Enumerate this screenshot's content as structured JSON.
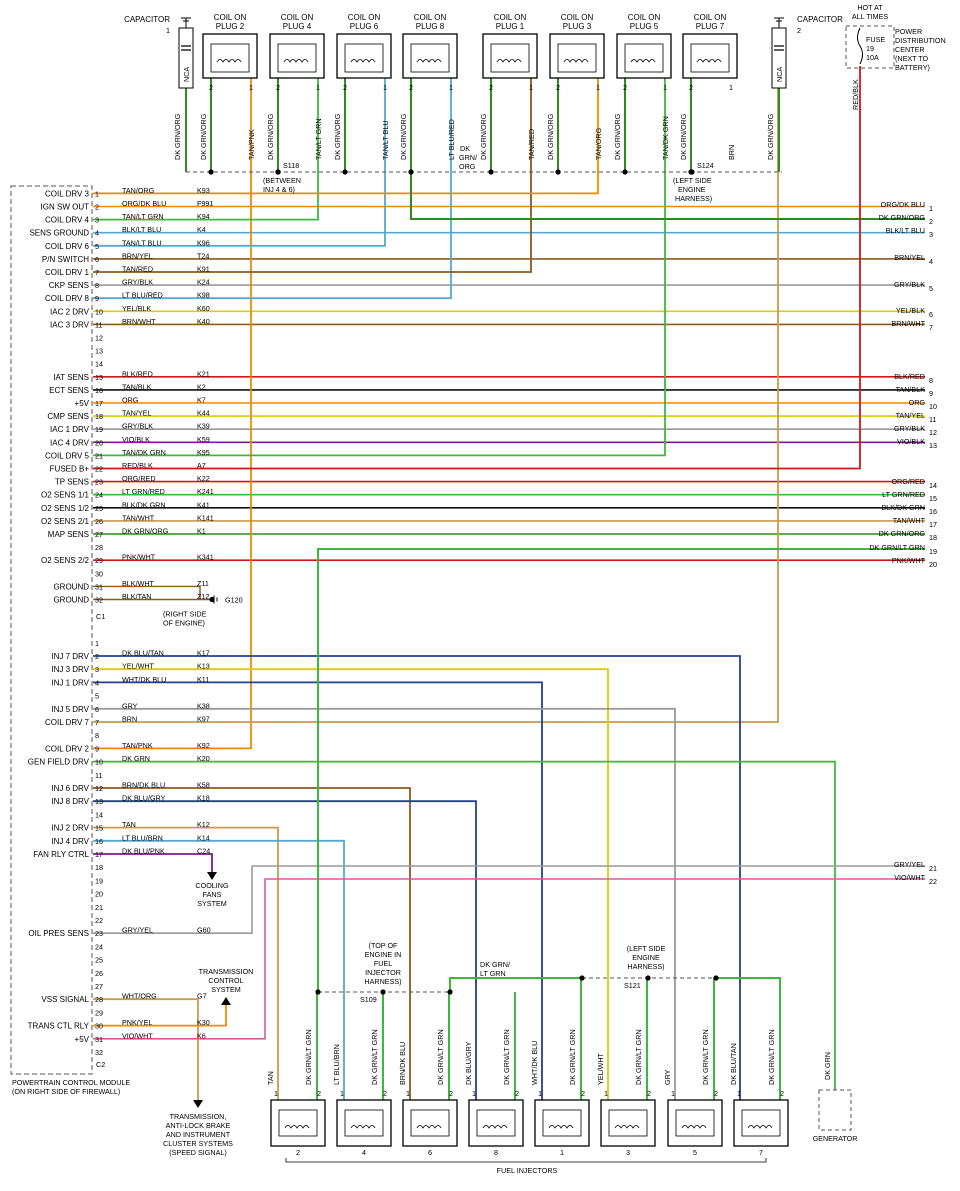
{
  "pcm": {
    "title_line1": "POWERTRAIN CONTROL MODULE",
    "title_line2": "(ON RIGHT SIDE OF FIREWALL)",
    "connector_c1": "C1",
    "connector_c2": "C2"
  },
  "colors": {
    "ORG": "#ee8a00",
    "DKGRN": "#2e8b1e",
    "GRN": "#3cb83c",
    "TAN": "#c99a4c",
    "LTBLU": "#55a8cf",
    "BLK": "#111111",
    "BRN": "#8a5a1e",
    "YEL": "#ddcc00",
    "GRY": "#9a9a9a",
    "RED": "#cc1a1a",
    "VIO": "#7a1c8e",
    "PNK": "#e0569a",
    "DKBLU": "#22408e",
    "WHT": "#bfbfbf"
  },
  "c1_pins": [
    {
      "pin": "1",
      "func": "COIL DRV 3",
      "color": "TAN/ORG",
      "circuit": "K93"
    },
    {
      "pin": "2",
      "func": "IGN SW OUT",
      "color": "ORG/DK BLU",
      "circuit": "F991"
    },
    {
      "pin": "3",
      "func": "COIL DRV 4",
      "color": "TAN/LT GRN",
      "circuit": "K94"
    },
    {
      "pin": "4",
      "func": "SENS GROUND",
      "color": "BLK/LT BLU",
      "circuit": "K4"
    },
    {
      "pin": "5",
      "func": "COIL DRV 6",
      "color": "TAN/LT BLU",
      "circuit": "K96"
    },
    {
      "pin": "6",
      "func": "P/N SWITCH",
      "color": "BRN/YEL",
      "circuit": "T24"
    },
    {
      "pin": "7",
      "func": "COIL DRV 1",
      "color": "TAN/RED",
      "circuit": "K91"
    },
    {
      "pin": "8",
      "func": "CKP SENS",
      "color": "GRY/BLK",
      "circuit": "K24"
    },
    {
      "pin": "9",
      "func": "COIL DRV 8",
      "color": "LT BLU/RED",
      "circuit": "K98"
    },
    {
      "pin": "10",
      "func": "IAC 2 DRV",
      "color": "YEL/BLK",
      "circuit": "K60"
    },
    {
      "pin": "11",
      "func": "IAC 3 DRV",
      "color": "BRN/WHT",
      "circuit": "K40"
    },
    {
      "pin": "12",
      "func": "",
      "color": "",
      "circuit": ""
    },
    {
      "pin": "13",
      "func": "",
      "color": "",
      "circuit": ""
    },
    {
      "pin": "14",
      "func": "",
      "color": "",
      "circuit": ""
    },
    {
      "pin": "15",
      "func": "IAT SENS",
      "color": "BLK/RED",
      "circuit": "K21"
    },
    {
      "pin": "16",
      "func": "ECT SENS",
      "color": "TAN/BLK",
      "circuit": "K2"
    },
    {
      "pin": "17",
      "func": "+5V",
      "color": "ORG",
      "circuit": "K7"
    },
    {
      "pin": "18",
      "func": "CMP SENS",
      "color": "TAN/YEL",
      "circuit": "K44"
    },
    {
      "pin": "19",
      "func": "IAC 1 DRV",
      "color": "GRY/BLK",
      "circuit": "K39"
    },
    {
      "pin": "20",
      "func": "IAC 4 DRV",
      "color": "VIO/BLK",
      "circuit": "K59"
    },
    {
      "pin": "21",
      "func": "COIL DRV 5",
      "color": "TAN/DK GRN",
      "circuit": "K95"
    },
    {
      "pin": "22",
      "func": "FUSED B+",
      "color": "RED/BLK",
      "circuit": "A7"
    },
    {
      "pin": "23",
      "func": "TP SENS",
      "color": "ORG/RED",
      "circuit": "K22"
    },
    {
      "pin": "24",
      "func": "O2 SENS 1/1",
      "color": "LT GRN/RED",
      "circuit": "K241"
    },
    {
      "pin": "25",
      "func": "O2 SENS 1/2",
      "color": "BLK/DK GRN",
      "circuit": "K41"
    },
    {
      "pin": "26",
      "func": "O2 SENS 2/1",
      "color": "TAN/WHT",
      "circuit": "K141"
    },
    {
      "pin": "27",
      "func": "MAP SENS",
      "color": "DK GRN/ORG",
      "circuit": "K1"
    },
    {
      "pin": "28",
      "func": "",
      "color": "",
      "circuit": ""
    },
    {
      "pin": "29",
      "func": "O2 SENS 2/2",
      "color": "PNK/WHT",
      "circuit": "K341"
    },
    {
      "pin": "30",
      "func": "",
      "color": "",
      "circuit": ""
    },
    {
      "pin": "31",
      "func": "GROUND",
      "color": "BLK/WHT",
      "circuit": "Z11"
    },
    {
      "pin": "32",
      "func": "GROUND",
      "color": "BLK/TAN",
      "circuit": "Z12"
    }
  ],
  "c2_pins": [
    {
      "pin": "1",
      "func": "",
      "color": "",
      "circuit": ""
    },
    {
      "pin": "2",
      "func": "INJ 7 DRV",
      "color": "DK BLU/TAN",
      "circuit": "K17"
    },
    {
      "pin": "3",
      "func": "INJ 3 DRV",
      "color": "YEL/WHT",
      "circuit": "K13"
    },
    {
      "pin": "4",
      "func": "INJ 1 DRV",
      "color": "WHT/DK BLU",
      "circuit": "K11"
    },
    {
      "pin": "5",
      "func": "",
      "color": "",
      "circuit": ""
    },
    {
      "pin": "6",
      "func": "INJ 5 DRV",
      "color": "GRY",
      "circuit": "K38"
    },
    {
      "pin": "7",
      "func": "COIL DRV 7",
      "color": "BRN",
      "circuit": "K97"
    },
    {
      "pin": "8",
      "func": "",
      "color": "",
      "circuit": ""
    },
    {
      "pin": "9",
      "func": "COIL DRV 2",
      "color": "TAN/PNK",
      "circuit": "K92"
    },
    {
      "pin": "10",
      "func": "GEN FIELD DRV",
      "color": "DK GRN",
      "circuit": "K20"
    },
    {
      "pin": "11",
      "func": "",
      "color": "",
      "circuit": ""
    },
    {
      "pin": "12",
      "func": "INJ 6 DRV",
      "color": "BRN/DK BLU",
      "circuit": "K58"
    },
    {
      "pin": "13",
      "func": "INJ 8 DRV",
      "color": "DK BLU/GRY",
      "circuit": "K18"
    },
    {
      "pin": "14",
      "func": "",
      "color": "",
      "circuit": ""
    },
    {
      "pin": "15",
      "func": "INJ 2 DRV",
      "color": "TAN",
      "circuit": "K12"
    },
    {
      "pin": "16",
      "func": "INJ 4 DRV",
      "color": "LT BLU/BRN",
      "circuit": "K14"
    },
    {
      "pin": "17",
      "func": "FAN RLY CTRL",
      "color": "DK BLU/PNK",
      "circuit": "C24"
    },
    {
      "pin": "18",
      "func": "",
      "color": "",
      "circuit": ""
    },
    {
      "pin": "19",
      "func": "",
      "color": "",
      "circuit": ""
    },
    {
      "pin": "20",
      "func": "",
      "color": "",
      "circuit": ""
    },
    {
      "pin": "21",
      "func": "",
      "color": "",
      "circuit": ""
    },
    {
      "pin": "22",
      "func": "",
      "color": "",
      "circuit": ""
    },
    {
      "pin": "23",
      "func": "OIL PRES SENS",
      "color": "GRY/YEL",
      "circuit": "G60"
    },
    {
      "pin": "24",
      "func": "",
      "color": "",
      "circuit": ""
    },
    {
      "pin": "25",
      "func": "",
      "color": "",
      "circuit": ""
    },
    {
      "pin": "26",
      "func": "",
      "color": "",
      "circuit": ""
    },
    {
      "pin": "27",
      "func": "",
      "color": "",
      "circuit": ""
    },
    {
      "pin": "28",
      "func": "VSS SIGNAL",
      "color": "WHT/ORG",
      "circuit": "G7"
    },
    {
      "pin": "29",
      "func": "",
      "color": "",
      "circuit": ""
    },
    {
      "pin": "30",
      "func": "TRANS CTL RLY",
      "color": "PNK/YEL",
      "circuit": "K30"
    },
    {
      "pin": "31",
      "func": "+5V",
      "color": "VIO/WHT",
      "circuit": "K6"
    },
    {
      "pin": "32",
      "func": "",
      "color": "",
      "circuit": ""
    }
  ],
  "right_connector": [
    {
      "pin": "1",
      "color": "ORG/DK BLU"
    },
    {
      "pin": "2",
      "color": "DK GRN/ORG"
    },
    {
      "pin": "3",
      "color": "BLK/LT BLU"
    },
    {
      "pin": "4",
      "color": "BRN/YEL"
    },
    {
      "pin": "5",
      "color": "GRY/BLK"
    },
    {
      "pin": "6",
      "color": "YEL/BLK"
    },
    {
      "pin": "7",
      "color": "BRN/WHT"
    },
    {
      "pin": "8",
      "color": "BLK/RED"
    },
    {
      "pin": "9",
      "color": "TAN/BLK"
    },
    {
      "pin": "10",
      "color": "ORG"
    },
    {
      "pin": "11",
      "color": "TAN/YEL"
    },
    {
      "pin": "12",
      "color": "GRY/BLK"
    },
    {
      "pin": "13",
      "color": "VIO/BLK"
    },
    {
      "pin": "14",
      "color": "ORG/RED"
    },
    {
      "pin": "15",
      "color": "LT GRN/RED"
    },
    {
      "pin": "16",
      "color": "BLK/DK GRN"
    },
    {
      "pin": "17",
      "color": "TAN/WHT"
    },
    {
      "pin": "18",
      "color": "DK GRN/ORG"
    },
    {
      "pin": "19",
      "color": "DK GRN/LT GRN"
    },
    {
      "pin": "20",
      "color": "PNK/WHT"
    },
    {
      "pin": "21",
      "color": "GRY/YEL"
    },
    {
      "pin": "22",
      "color": "VIO/WHT"
    }
  ],
  "coils": [
    {
      "label": "COIL ON PLUG 2",
      "left": "DK GRN/ORG",
      "right": "TAN/PNK"
    },
    {
      "label": "COIL ON PLUG 4",
      "left": "DK GRN/ORG",
      "right": "TAN/LT GRN"
    },
    {
      "label": "COIL ON PLUG 6",
      "left": "DK GRN/ORG",
      "right": "TAN/LT BLU"
    },
    {
      "label": "COIL ON PLUG 8",
      "left": "DK GRN/ORG",
      "right": "LT BLU/RED"
    },
    {
      "label": "COIL ON PLUG 1",
      "left": "DK GRN/ORG",
      "right": "TAN/RED"
    },
    {
      "label": "COIL ON PLUG 3",
      "left": "DK GRN/ORG",
      "right": "TAN/ORG"
    },
    {
      "label": "COIL ON PLUG 5",
      "left": "DK GRN/ORG",
      "right": "TAN/DK GRN"
    },
    {
      "label": "COIL ON PLUG 7",
      "left": "DK GRN/ORG",
      "right": "BRN"
    }
  ],
  "injectors": [
    {
      "num": "2",
      "left": "TAN",
      "right": "DK GRN/LT GRN"
    },
    {
      "num": "4",
      "left": "LT BLU/BRN",
      "right": "DK GRN/LT GRN"
    },
    {
      "num": "6",
      "left": "BRN/DK BLU",
      "right": "DK GRN/LT GRN"
    },
    {
      "num": "8",
      "left": "DK BLU/GRY",
      "right": "DK GRN/LT GRN"
    },
    {
      "num": "1",
      "left": "WHT/DK BLU",
      "right": "DK GRN/LT GRN"
    },
    {
      "num": "3",
      "left": "YEL/WHT",
      "right": "DK GRN/LT GRN"
    },
    {
      "num": "5",
      "left": "GRY",
      "right": "DK GRN/LT GRN"
    },
    {
      "num": "7",
      "left": "DK BLU/TAN",
      "right": "DK GRN/LT GRN"
    }
  ],
  "labels": {
    "capacitor": "CAPACITOR",
    "cap1_num": "1",
    "cap2_num": "2",
    "nca": "NCA",
    "cap_wire": "DK GRN/ORG",
    "pin1": "1",
    "pin2": "2",
    "hot_at": "HOT AT",
    "all_times": "ALL TIMES",
    "fuse": "FUSE",
    "fuse_num": "19",
    "fuse_amp": "10A",
    "pdc1": "POWER",
    "pdc2": "DISTRIBUTION",
    "pdc3": "CENTER",
    "pdc4": "(NEXT TO",
    "pdc5": "BATTERY)",
    "red_blk": "RED/BLK",
    "s118": "S118",
    "s118_sub1": "(BETWEEN",
    "s118_sub2": "INJ 4 & 6)",
    "s124": "S124",
    "s124_sub1": "(LEFT SIDE",
    "s124_sub2": "ENGINE",
    "s124_sub3": "HARNESS)",
    "dkgrn1": "DK",
    "dkgrn2": "GRN/",
    "dkgrn3": "ORG",
    "g120": "G120",
    "g120_sub1": "(RIGHT SIDE",
    "g120_sub2": "OF ENGINE)",
    "cooling1": "COOLING",
    "cooling2": "FANS",
    "cooling3": "SYSTEM",
    "trans1": "TRANSMISSION",
    "trans2": "CONTROL",
    "trans3": "SYSTEM",
    "vss1": "TRANSMISSION,",
    "vss2": "ANTI-LOCK BRAKE",
    "vss3": "AND INSTRUMENT",
    "vss4": "CLUSTER SYSTEMS",
    "vss5": "(SPEED SIGNAL)",
    "s109": "S109",
    "s109_sub1": "(TOP OF",
    "s109_sub2": "ENGINE IN",
    "s109_sub3": "FUEL",
    "s109_sub4": "INJECTOR",
    "s109_sub5": "HARNESS)",
    "s121": "S121",
    "s121_sub1": "(LEFT SIDE",
    "s121_sub2": "ENGINE",
    "s121_sub3": "HARNESS)",
    "dkgrn_ltgrn1": "DK GRN/",
    "dkgrn_ltgrn2": "LT GRN",
    "fuel_injectors": "FUEL INJECTORS",
    "generator": "GENERATOR",
    "gen_wire": "DK GRN"
  }
}
